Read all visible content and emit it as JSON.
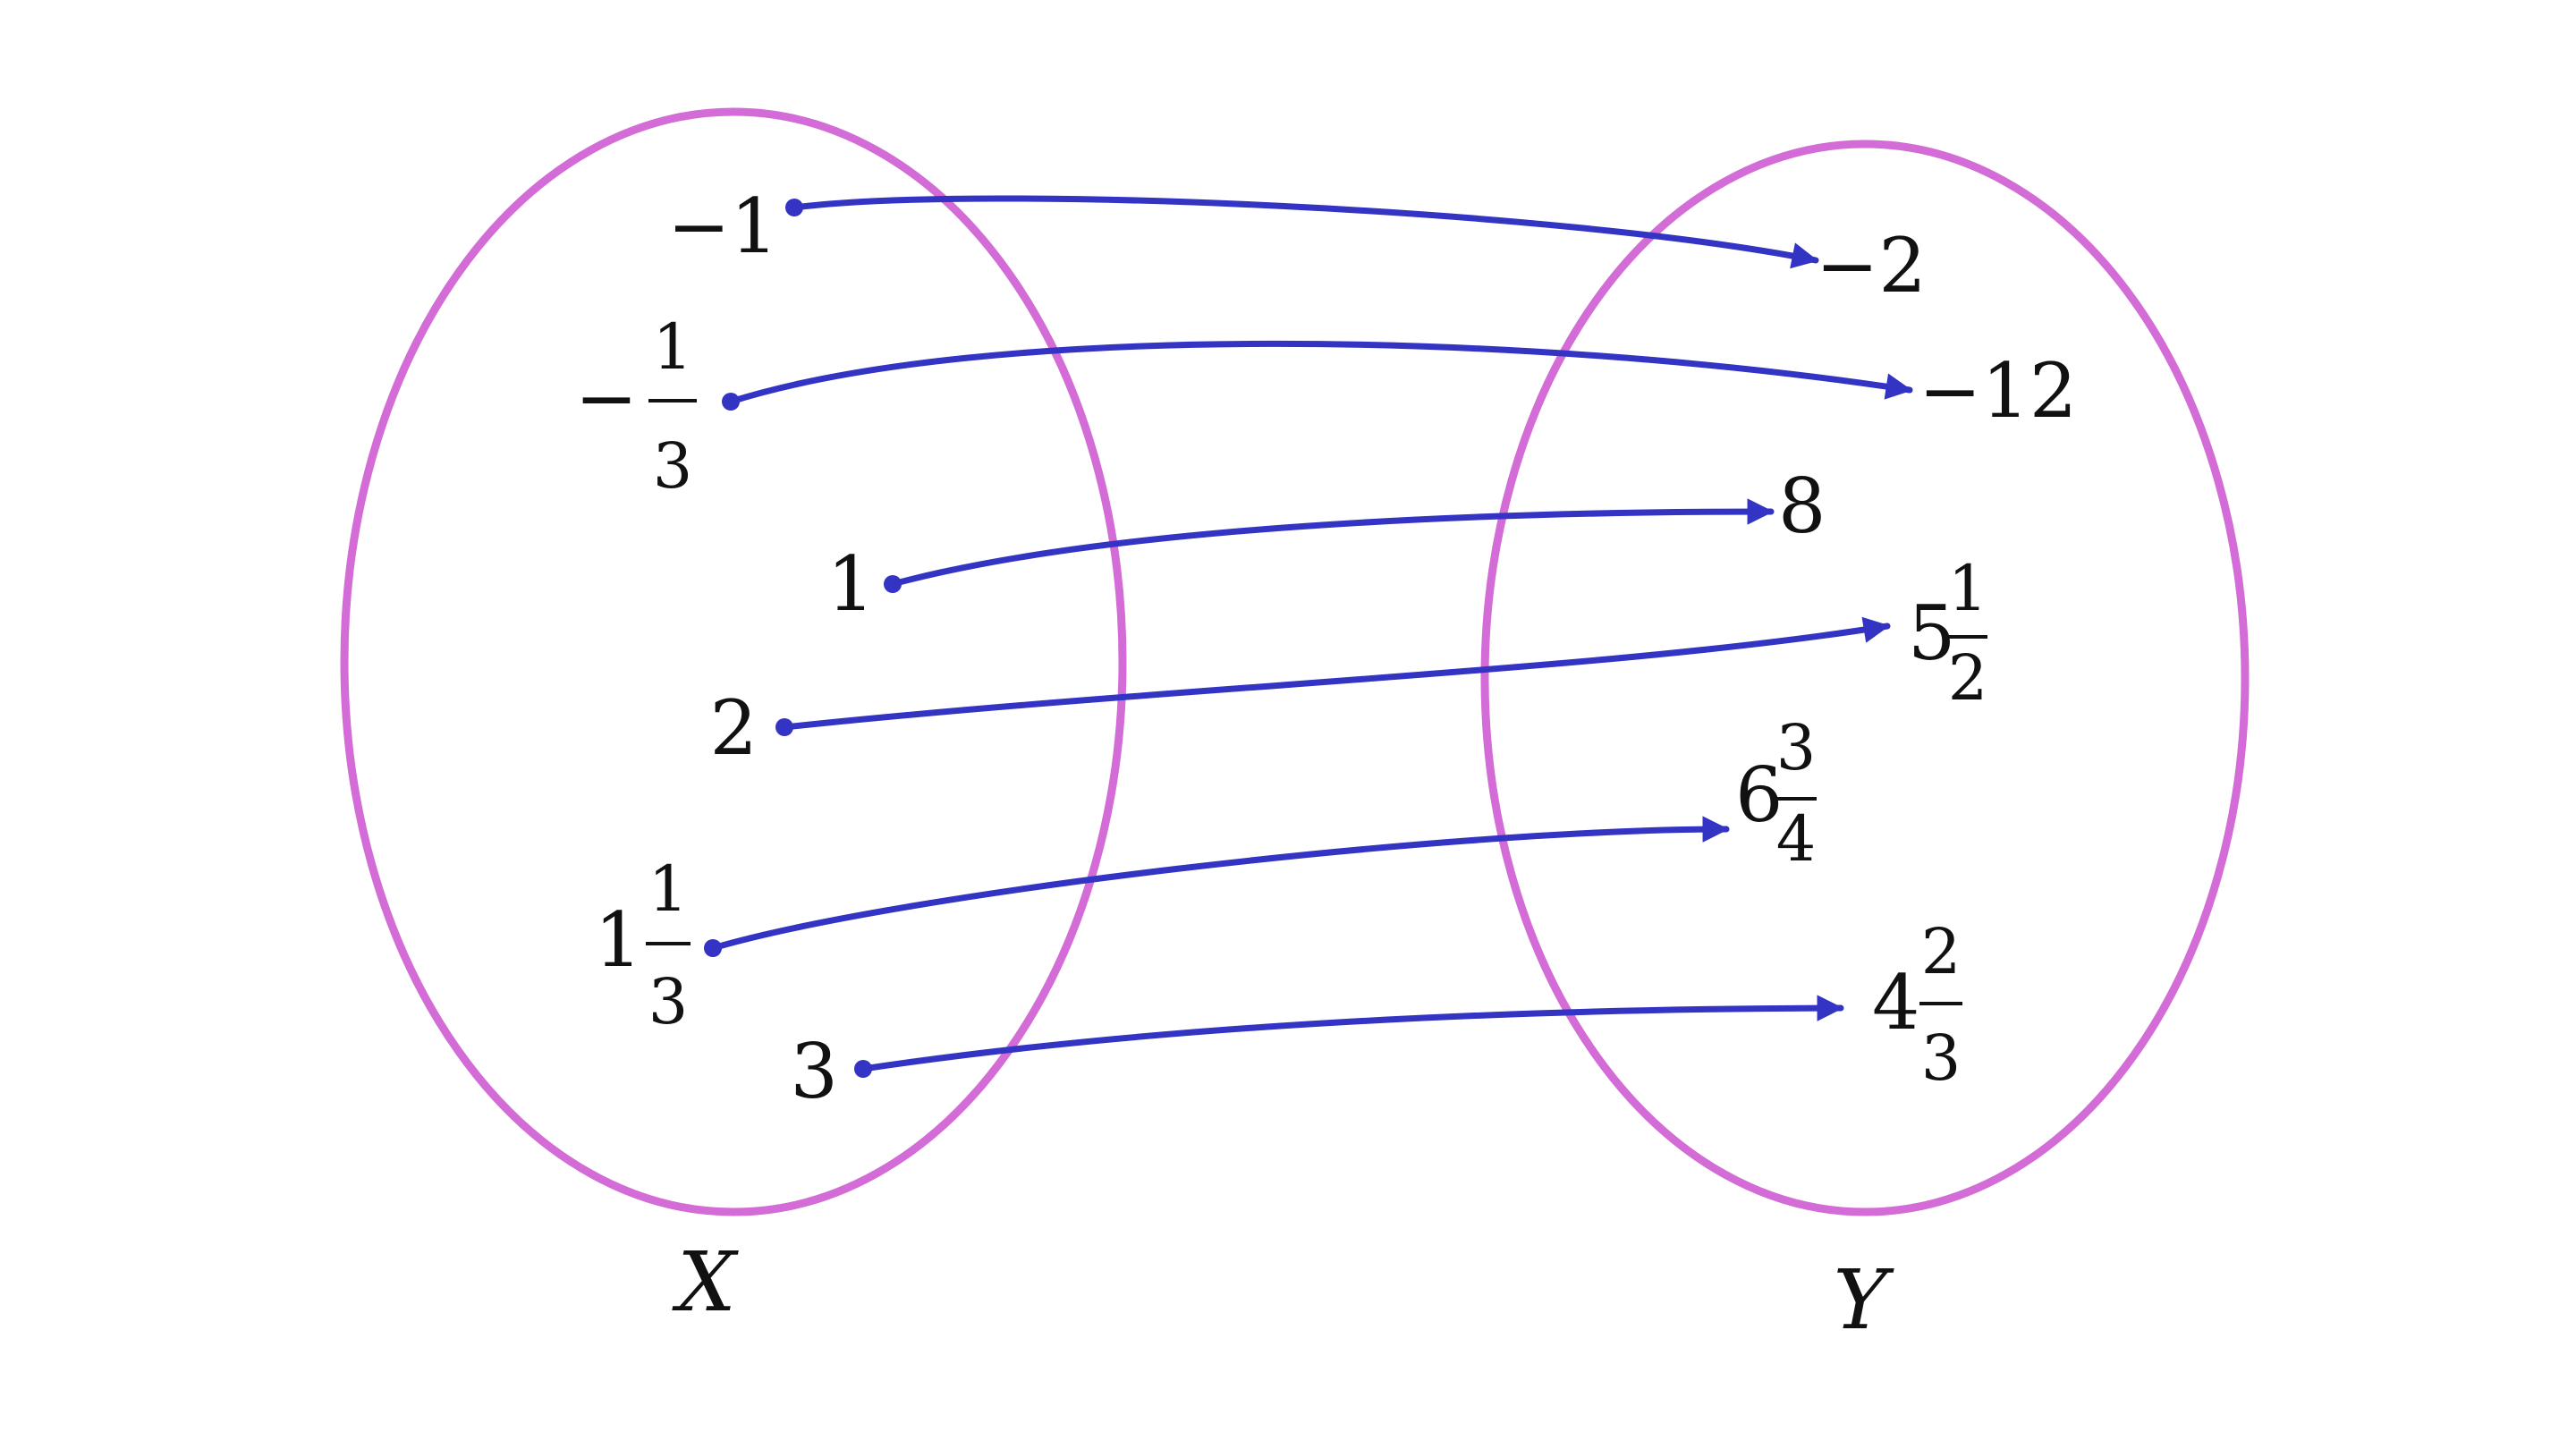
{
  "colors": {
    "set_outline": "#D36CD6",
    "arrow": "#3333C4",
    "text": "#111111"
  },
  "sets": {
    "X": {
      "name": "X"
    },
    "Y": {
      "name": "Y"
    }
  },
  "domain_elements": [
    {
      "id": "neg-one",
      "whole": "−1"
    },
    {
      "id": "neg-one-third",
      "sign": "−",
      "num": "1",
      "den": "3"
    },
    {
      "id": "one",
      "whole": "1"
    },
    {
      "id": "two",
      "whole": "2"
    },
    {
      "id": "one-and-one-third",
      "whole": "1",
      "num": "1",
      "den": "3"
    },
    {
      "id": "three",
      "whole": "3"
    }
  ],
  "codomain_elements": [
    {
      "id": "neg-two",
      "whole": "−2"
    },
    {
      "id": "neg-twelve",
      "whole": "−12"
    },
    {
      "id": "eight",
      "whole": "8"
    },
    {
      "id": "five-and-half",
      "whole": "5",
      "num": "1",
      "den": "2"
    },
    {
      "id": "six-and-three-quarters",
      "whole": "6",
      "num": "3",
      "den": "4"
    },
    {
      "id": "four-and-two-thirds",
      "whole": "4",
      "num": "2",
      "den": "3"
    }
  ],
  "mappings": [
    {
      "from": "−1",
      "to": "−2"
    },
    {
      "from": "−1/3",
      "to": "−12"
    },
    {
      "from": "1",
      "to": "8"
    },
    {
      "from": "2",
      "to": "5 1/2"
    },
    {
      "from": "1 1/3",
      "to": "6 3/4"
    },
    {
      "from": "3",
      "to": "4 2/3"
    }
  ]
}
